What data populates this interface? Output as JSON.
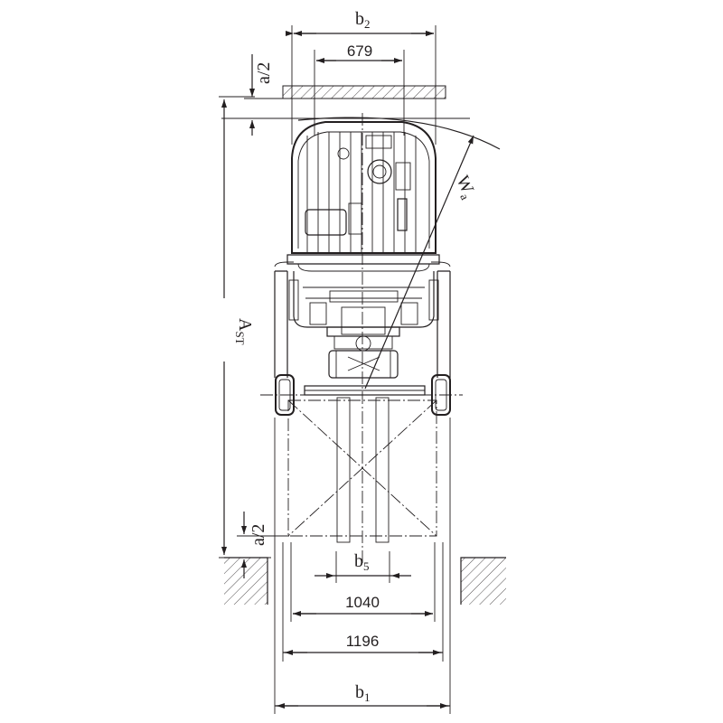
{
  "dimensions": {
    "b2": {
      "symbol": "b",
      "sub": "2"
    },
    "w679": "679",
    "a2_top": "a/2",
    "wa": {
      "symbol": "W",
      "sub": "a"
    },
    "ast": {
      "symbol": "A",
      "sub": "ST"
    },
    "a2_bottom": "a/2",
    "b5": {
      "symbol": "b",
      "sub": "5"
    },
    "w1040": "1040",
    "w1196": "1196",
    "b1": {
      "symbol": "b",
      "sub": "1"
    }
  },
  "colors": {
    "line": "#231f20",
    "background": "#ffffff"
  }
}
